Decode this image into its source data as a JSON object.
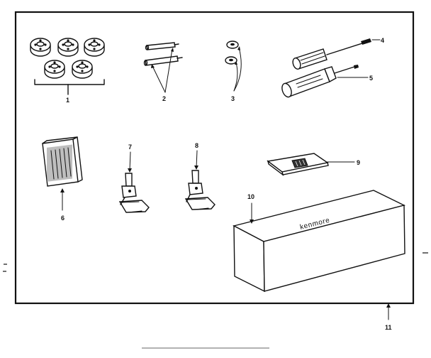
{
  "callouts": {
    "c1": "1",
    "c2": "2",
    "c3": "3",
    "c4": "4",
    "c5": "5",
    "c6": "6",
    "c7": "7",
    "c8": "8",
    "c9": "9",
    "c10": "10",
    "c11": "11"
  },
  "box_brand": "kenmore"
}
